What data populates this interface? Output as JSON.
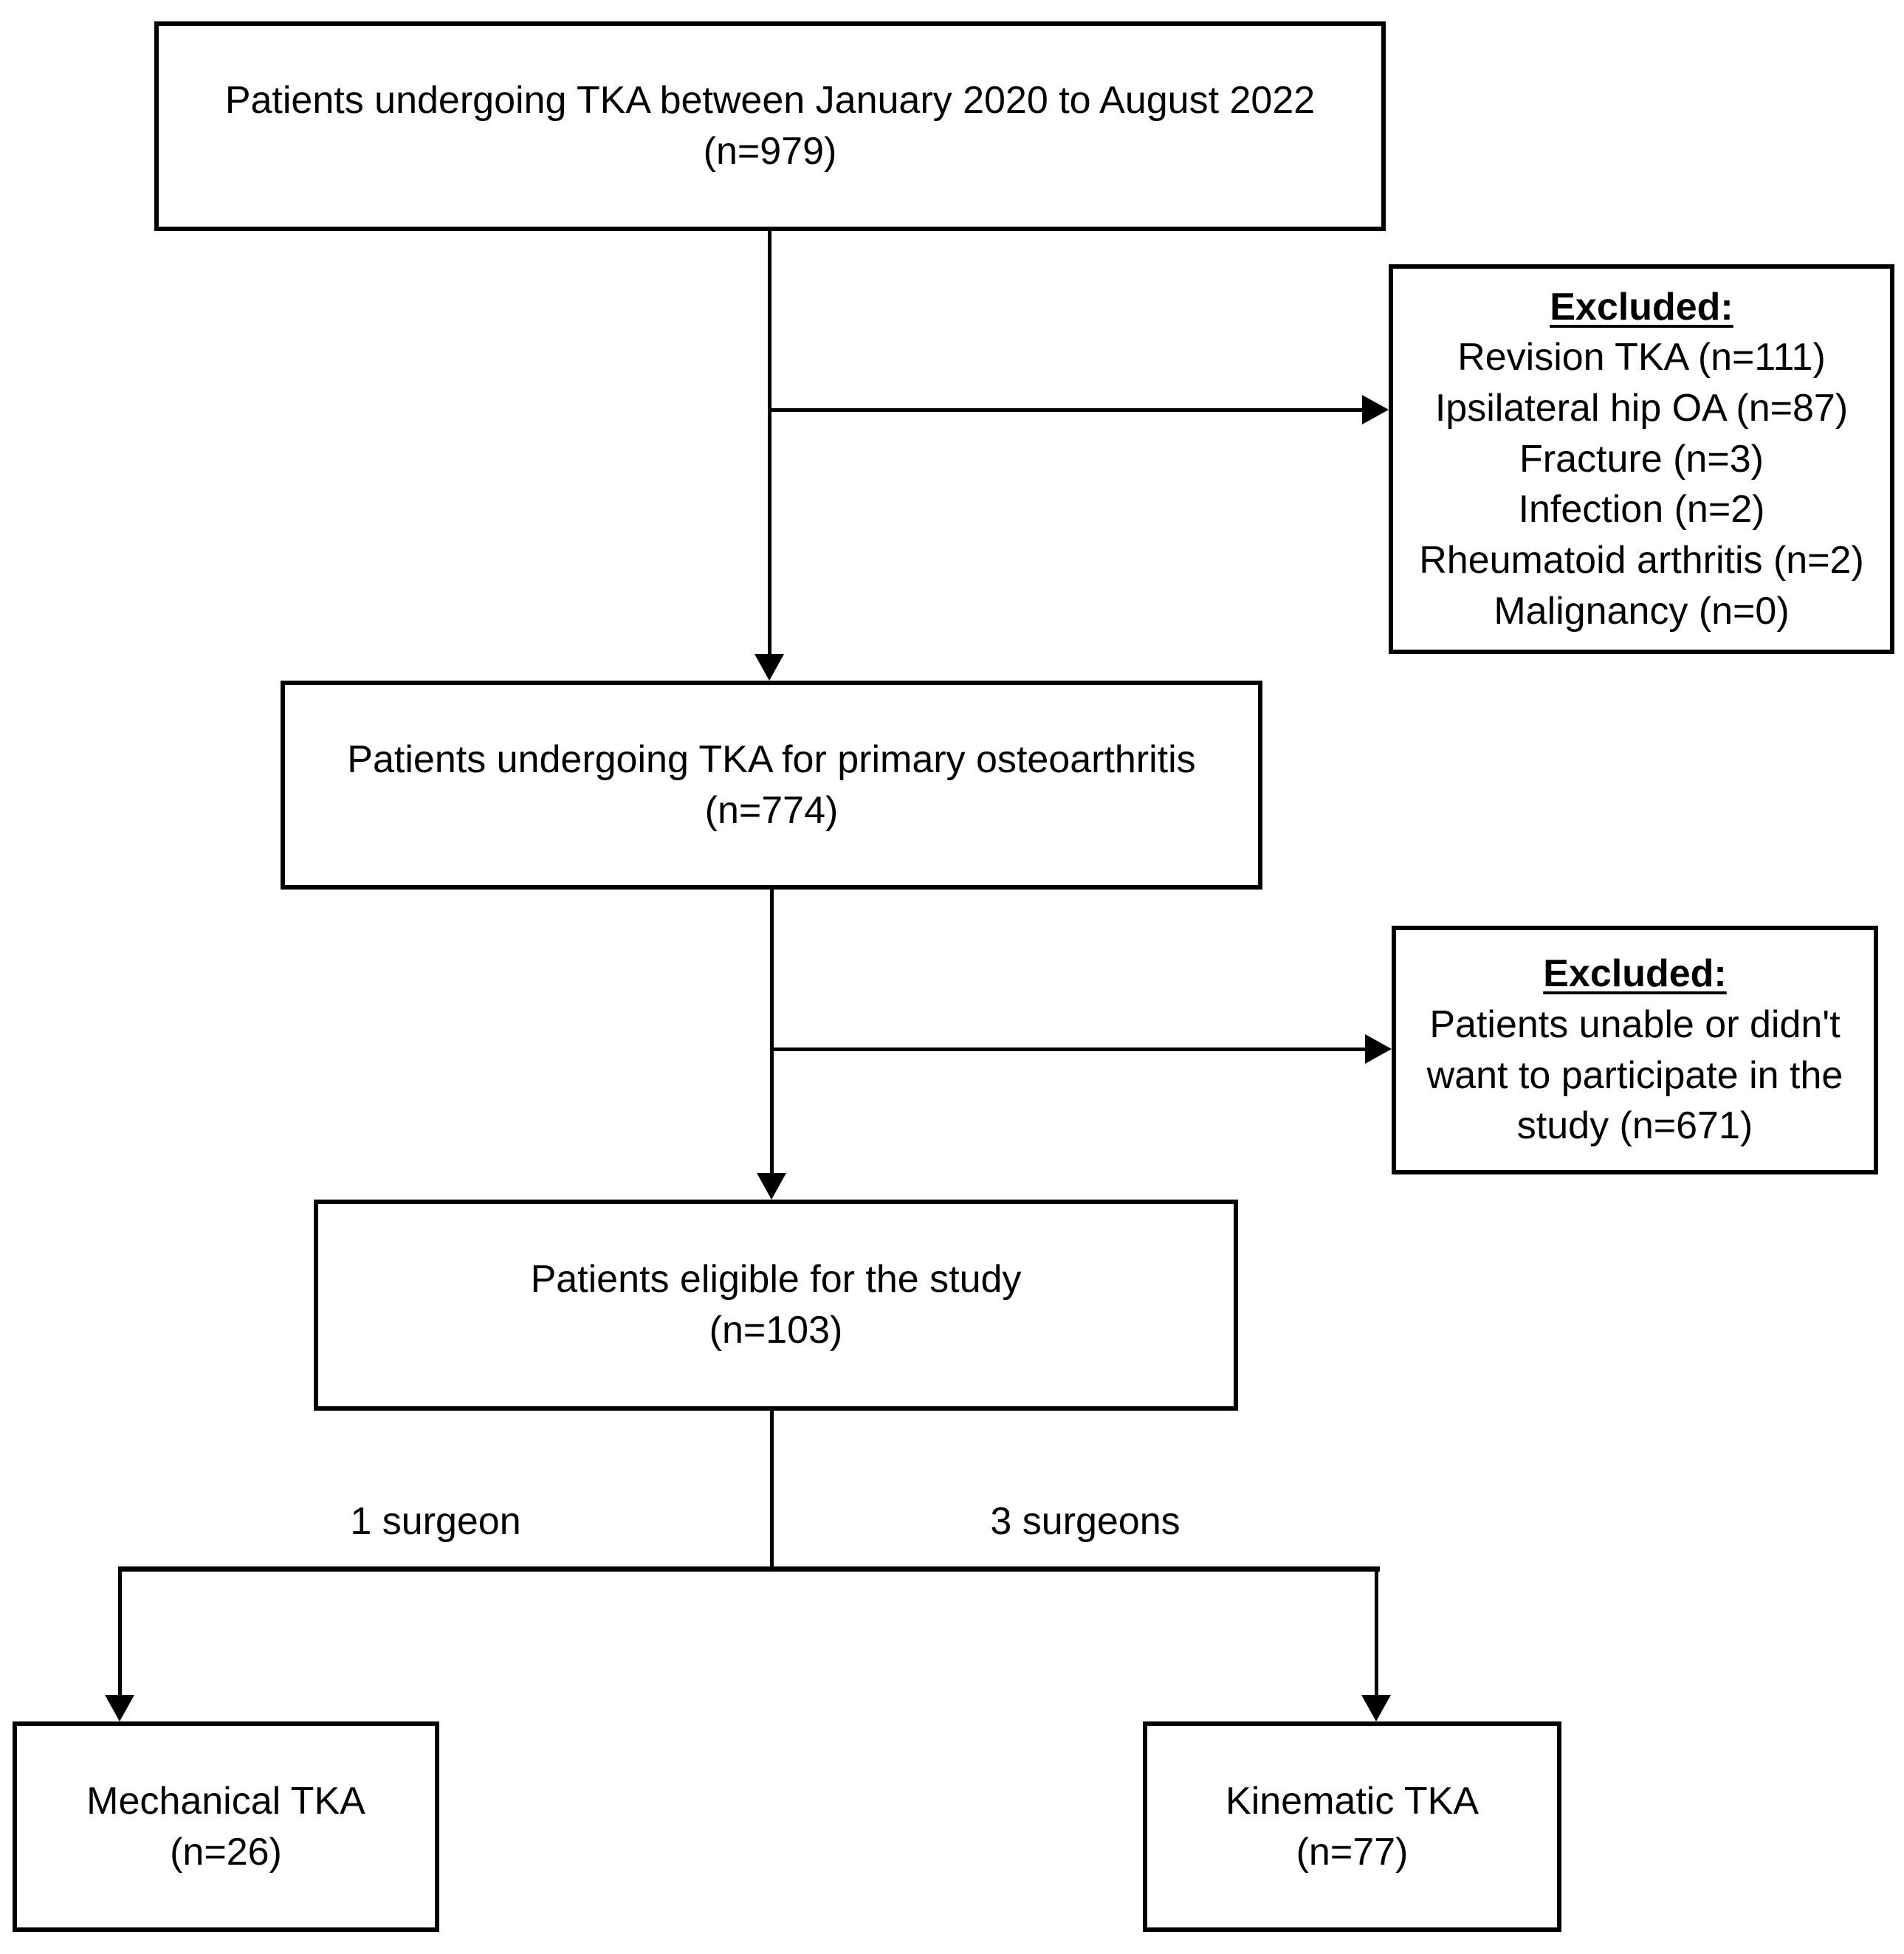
{
  "flowchart": {
    "nodes": {
      "enrollment": {
        "text": "Patients undergoing TKA between January 2020 to August 2022",
        "count": "(n=979)"
      },
      "excluded_1": {
        "heading": "Excluded:",
        "items": [
          "Revision TKA (n=111)",
          "Ipsilateral hip OA (n=87)",
          "Fracture (n=3)",
          "Infection (n=2)",
          "Rheumatoid arthritis (n=2)",
          "Malignancy (n=0)"
        ]
      },
      "primary_oa": {
        "text": "Patients undergoing TKA for primary osteoarthritis",
        "count": "(n=774)"
      },
      "excluded_2": {
        "heading": "Excluded:",
        "body": "Patients unable or didn't want to participate in the study (n=671)"
      },
      "eligible": {
        "text": "Patients eligible for the study",
        "count": "(n=103)"
      },
      "mechanical": {
        "text": "Mechanical TKA",
        "count": "(n=26)"
      },
      "kinematic": {
        "text": "Kinematic TKA",
        "count": "(n=77)"
      }
    },
    "branch_labels": {
      "left": "1 surgeon",
      "right": "3 surgeons"
    },
    "colors": {
      "line": "#000000",
      "box_border": "#000000",
      "background": "#ffffff",
      "text": "#000000"
    }
  }
}
